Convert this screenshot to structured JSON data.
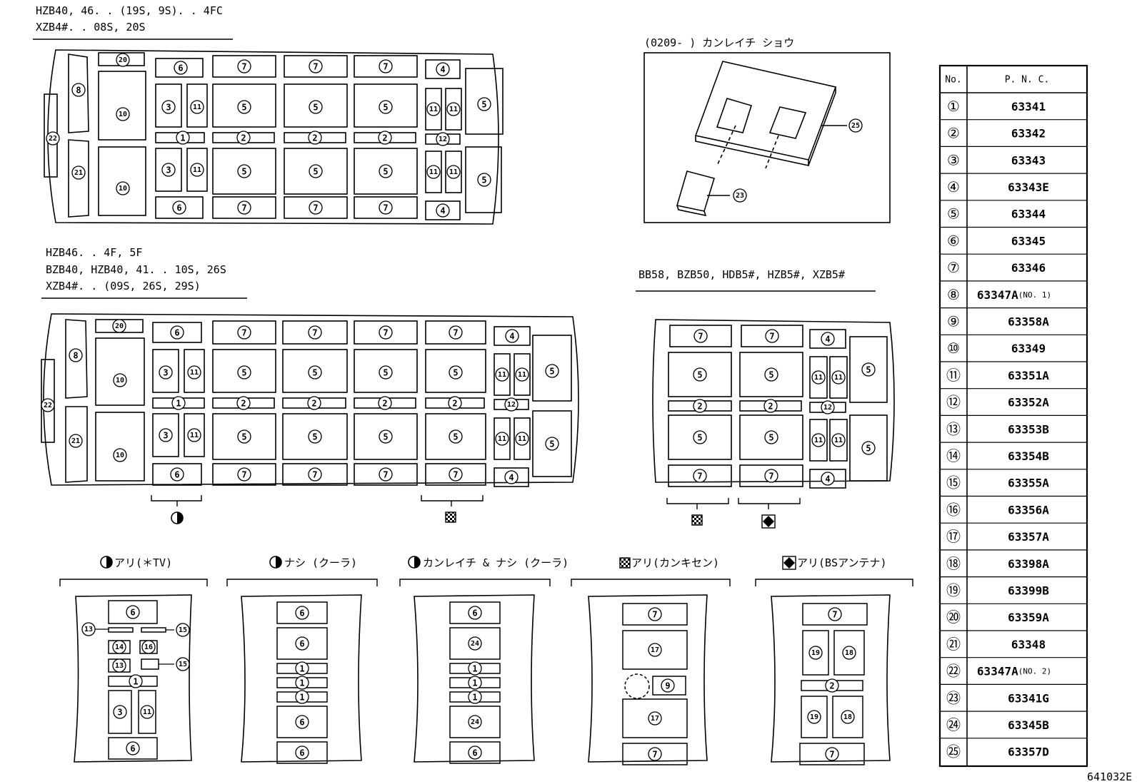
{
  "labels": {
    "section1_line1": "HZB40, 46. . (19S, 9S). . 4FC",
    "section1_line2": "XZB4#. . 08S, 20S",
    "section2_line1": "HZB46. . 4F, 5F",
    "section2_line2": "BZB40, HZB40, 41. . 10S, 26S",
    "section2_line3": "XZB4#. . (09S, 26S, 29S)",
    "section3_line1": "BB58, BZB50, HDB5#, HZB5#, XZB5#",
    "inset_title": "(0209-      ) カンレイチ ショウ",
    "figure_id": "641032E"
  },
  "variants": [
    {
      "label": "アリ(＊TV)"
    },
    {
      "label": "ナシ (クーラ)"
    },
    {
      "label": "カンレイチ  &  ナシ (クーラ)"
    },
    {
      "label": "アリ(カンキセン)"
    },
    {
      "label": "アリ(BSアンテナ)"
    }
  ],
  "table": {
    "headers": {
      "no": "No.",
      "pnc": "P. N. C."
    },
    "rows": [
      {
        "no": "①",
        "pnc": "63341",
        "note": ""
      },
      {
        "no": "②",
        "pnc": "63342",
        "note": ""
      },
      {
        "no": "③",
        "pnc": "63343",
        "note": ""
      },
      {
        "no": "④",
        "pnc": "63343E",
        "note": ""
      },
      {
        "no": "⑤",
        "pnc": "63344",
        "note": ""
      },
      {
        "no": "⑥",
        "pnc": "63345",
        "note": ""
      },
      {
        "no": "⑦",
        "pnc": "63346",
        "note": ""
      },
      {
        "no": "⑧",
        "pnc": "63347A",
        "note": "(NO. 1)"
      },
      {
        "no": "⑨",
        "pnc": "63358A",
        "note": ""
      },
      {
        "no": "⑩",
        "pnc": "63349",
        "note": ""
      },
      {
        "no": "⑪",
        "pnc": "63351A",
        "note": ""
      },
      {
        "no": "⑫",
        "pnc": "63352A",
        "note": ""
      },
      {
        "no": "⑬",
        "pnc": "63353B",
        "note": ""
      },
      {
        "no": "⑭",
        "pnc": "63354B",
        "note": ""
      },
      {
        "no": "⑮",
        "pnc": "63355A",
        "note": ""
      },
      {
        "no": "⑯",
        "pnc": "63356A",
        "note": ""
      },
      {
        "no": "⑰",
        "pnc": "63357A",
        "note": ""
      },
      {
        "no": "⑱",
        "pnc": "63398A",
        "note": ""
      },
      {
        "no": "⑲",
        "pnc": "63399B",
        "note": ""
      },
      {
        "no": "⑳",
        "pnc": "63359A",
        "note": ""
      },
      {
        "no": "㉑",
        "pnc": "63348",
        "note": ""
      },
      {
        "no": "㉒",
        "pnc": "63347A",
        "note": "(NO. 2)"
      },
      {
        "no": "㉓",
        "pnc": "63341G",
        "note": ""
      },
      {
        "no": "㉔",
        "pnc": "63345B",
        "note": ""
      },
      {
        "no": "㉕",
        "pnc": "63357D",
        "note": ""
      }
    ]
  },
  "callouts": {
    "c1": "1",
    "c2": "2",
    "c3": "3",
    "c4": "4",
    "c5": "5",
    "c6": "6",
    "c7": "7",
    "c8": "8",
    "c9": "9",
    "c10": "10",
    "c11": "11",
    "c12": "12",
    "c13": "13",
    "c14": "14",
    "c15": "15",
    "c16": "16",
    "c17": "17",
    "c18": "18",
    "c19": "19",
    "c20": "20",
    "c21": "21",
    "c22": "22",
    "c23": "23",
    "c24": "24",
    "c25": "25"
  }
}
